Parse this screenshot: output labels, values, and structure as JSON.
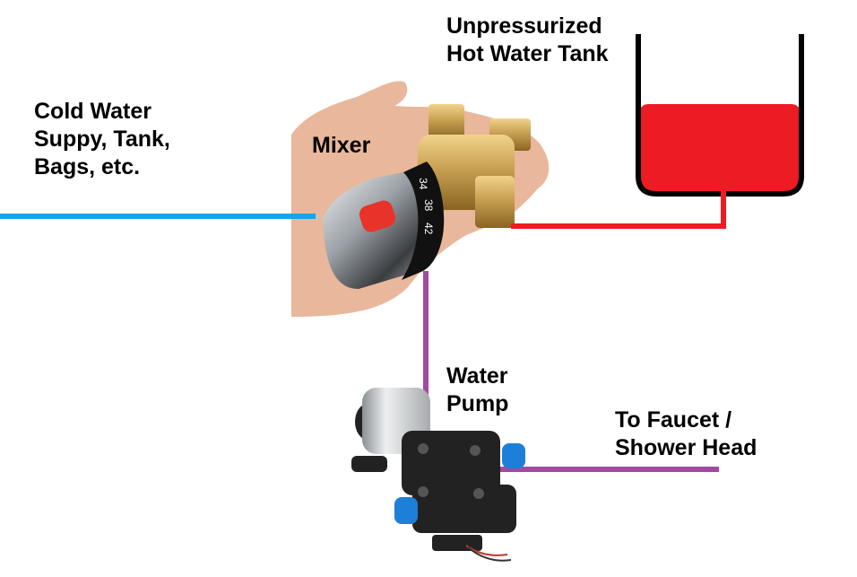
{
  "labels": {
    "cold_supply": [
      "Cold Water",
      "Suppy, Tank,",
      "Bags, etc."
    ],
    "hot_tank": [
      "Unpressurized",
      "Hot Water Tank"
    ],
    "mixer": "Mixer",
    "pump": [
      "Water",
      "Pump"
    ],
    "outlet": [
      "To Faucet /",
      "Shower Head"
    ]
  },
  "dial_numbers": [
    "34",
    "38",
    "42"
  ],
  "colors": {
    "cold_line": "#1ca3e3",
    "hot_line": "#ed1c24",
    "hot_water": "#ed1c24",
    "mixed_line": "#a349a4",
    "tank_outline": "#000000",
    "brass": "#c8a052",
    "chrome": "#9aa0a6",
    "mixer_knob": "#e8332a",
    "pump_body": "#222222",
    "pump_motor": "#cfd2d4",
    "pump_fittings": "#1e7fd8",
    "hand": "#e9b79b"
  },
  "icons": [
    "hand-image",
    "thermostatic-mixer-valve-image",
    "water-pump-image"
  ]
}
